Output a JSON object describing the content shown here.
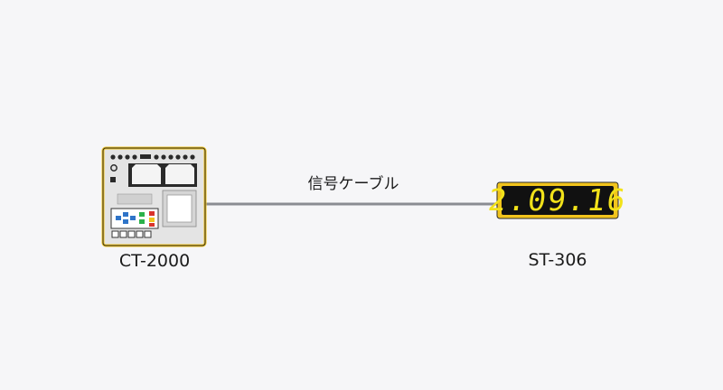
{
  "diagram": {
    "title": "",
    "connection": {
      "label": "信号ケーブル"
    },
    "devices": [
      {
        "id": "device-a",
        "label": "CT-2000",
        "kind": "controller-console"
      },
      {
        "id": "device-b",
        "label": "ST-306",
        "kind": "led-display",
        "display_text": "2.09.16"
      }
    ]
  },
  "colors": {
    "background": "#f6f6f8",
    "cable": "#8a8c92",
    "device_frame": "#f2c41c",
    "device_body": "#e2e2e2",
    "display_digits": "#f2e21a",
    "display_panel": "#111111"
  }
}
